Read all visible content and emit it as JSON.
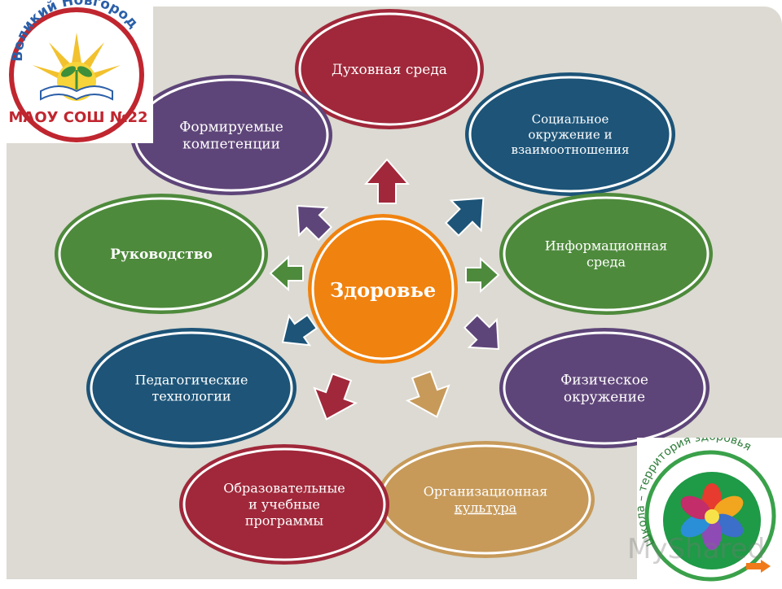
{
  "center": {
    "label": "Здоровье",
    "color": "#f0820f"
  },
  "nodes": [
    {
      "id": "dukhovnaya",
      "lines": [
        "Духовная среда"
      ],
      "color": "#a0283a"
    },
    {
      "id": "socialnoe",
      "lines": [
        "Социальное",
        "окружение и",
        "взаимоотношения"
      ],
      "color": "#1d5478"
    },
    {
      "id": "informacionnaya",
      "lines": [
        "Информационная",
        "среда"
      ],
      "color": "#4e8a3c"
    },
    {
      "id": "fizicheskoe",
      "lines": [
        "Физическое",
        "окружение"
      ],
      "color": "#5e4579"
    },
    {
      "id": "organizacionnaya",
      "lines": [
        "Организационная",
        "культура"
      ],
      "color": "#c79a5a",
      "link_line": 1
    },
    {
      "id": "obrazovatelnye",
      "lines": [
        "Образовательные",
        "и учебные",
        "программы"
      ],
      "color": "#a0283a"
    },
    {
      "id": "pedagogicheskie",
      "lines": [
        "Педагогические",
        "технологии"
      ],
      "color": "#1d5478"
    },
    {
      "id": "rukovodstvo",
      "lines": [
        "Руководство"
      ],
      "color": "#4e8a3c",
      "bold": true
    },
    {
      "id": "formiruemye",
      "lines": [
        "Формируемые",
        "компетенции"
      ],
      "color": "#5e4579"
    }
  ],
  "logo_left": {
    "text_top": "Великий Новгород",
    "text_bottom": "МАОУ СОШ №22"
  },
  "logo_right": {
    "text_arc": "Школа – территория здоровья"
  },
  "watermark": "MyShared",
  "link_color": "#2aa0c9"
}
